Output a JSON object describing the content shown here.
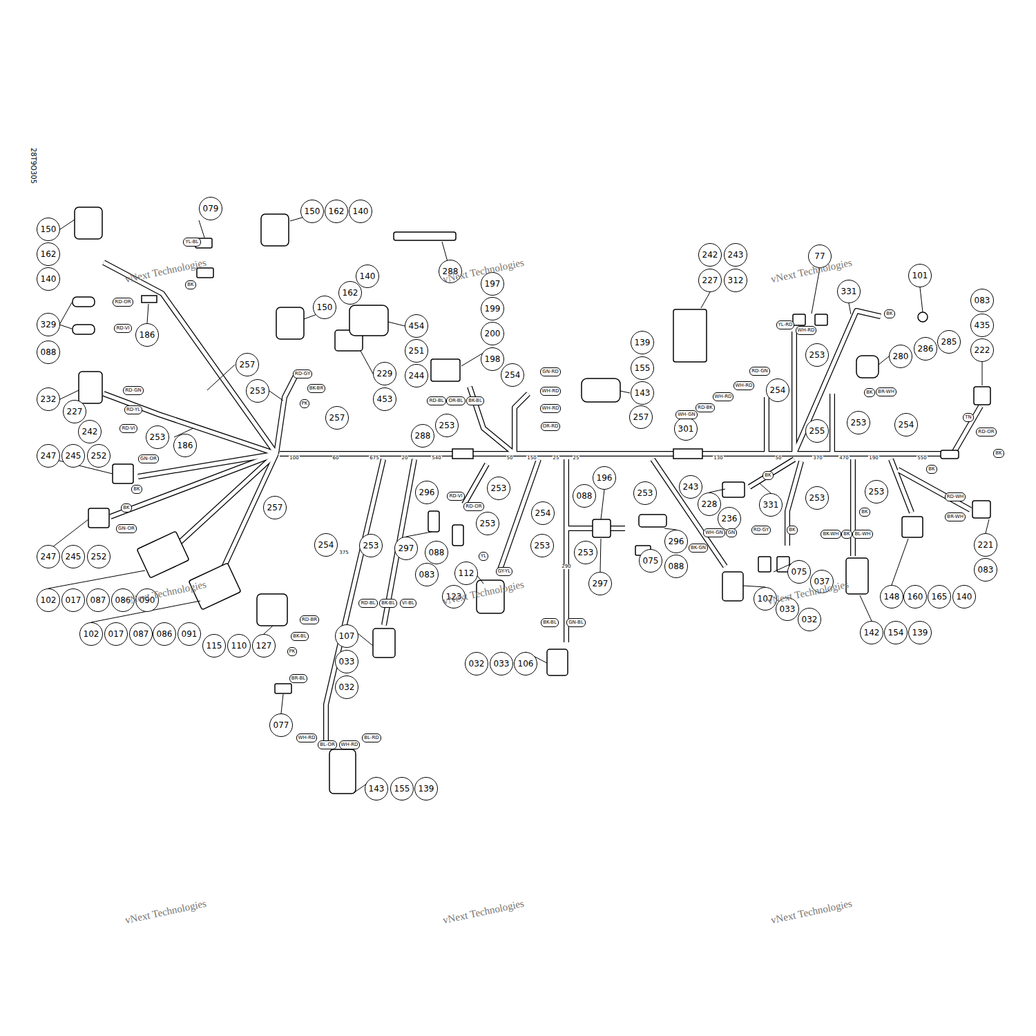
{
  "diagram": {
    "nodes": [
      {
        "text": [
          "079"
        ]
      },
      {
        "text": [
          "150"
        ]
      },
      {
        "text": [
          "162"
        ]
      },
      {
        "text": [
          "140"
        ]
      },
      {
        "text": [
          "150"
        ]
      },
      {
        "text": [
          "162"
        ]
      },
      {
        "text": [
          "242"
        ]
      },
      {
        "text": [
          "243"
        ]
      },
      {
        "text": [
          "77"
        ]
      },
      {
        "text": [
          "288"
        ]
      },
      {
        "text": [
          "101"
        ]
      },
      {
        "text": [
          "140"
        ]
      },
      {
        "text": [
          "140"
        ]
      },
      {
        "text": [
          "227"
        ]
      },
      {
        "text": [
          "312"
        ]
      },
      {
        "text": [
          "197"
        ]
      },
      {
        "text": [
          "331"
        ]
      },
      {
        "text": [
          "162"
        ]
      },
      {
        "text": [
          "083"
        ]
      },
      {
        "text": [
          "150"
        ]
      },
      {
        "text": [
          "199"
        ]
      },
      {
        "text": [
          "329"
        ]
      },
      {
        "text": [
          "454"
        ]
      },
      {
        "text": [
          "435"
        ]
      },
      {
        "text": [
          "200"
        ]
      },
      {
        "text": [
          "186"
        ]
      },
      {
        "text": [
          "139"
        ]
      },
      {
        "text": [
          "285"
        ]
      },
      {
        "text": [
          "286"
        ]
      },
      {
        "text": [
          "222"
        ]
      },
      {
        "text": [
          "251"
        ]
      },
      {
        "text": [
          "088"
        ]
      },
      {
        "text": [
          "253"
        ]
      },
      {
        "text": [
          "280"
        ]
      },
      {
        "text": [
          "198"
        ]
      },
      {
        "text": [
          "257"
        ]
      },
      {
        "text": [
          "155"
        ]
      },
      {
        "text": [
          "229"
        ]
      },
      {
        "text": [
          "254"
        ]
      },
      {
        "text": [
          "244"
        ]
      },
      {
        "text": [
          "253"
        ]
      },
      {
        "text": [
          "254"
        ]
      },
      {
        "text": [
          "143"
        ]
      },
      {
        "text": [
          "232"
        ]
      },
      {
        "text": [
          "453"
        ]
      },
      {
        "text": [
          "227"
        ]
      },
      {
        "text": [
          "257"
        ]
      },
      {
        "text": [
          "257"
        ]
      },
      {
        "text": [
          "253"
        ]
      },
      {
        "text": [
          "242"
        ]
      },
      {
        "text": [
          "253"
        ]
      },
      {
        "text": [
          "301"
        ]
      },
      {
        "text": [
          "288"
        ]
      },
      {
        "text": [
          "255"
        ]
      },
      {
        "text": [
          "254"
        ]
      },
      {
        "text": [
          "253"
        ]
      },
      {
        "text": [
          "186"
        ]
      },
      {
        "text": [
          "247"
        ]
      },
      {
        "text": [
          "245"
        ]
      },
      {
        "text": [
          "252"
        ]
      },
      {
        "text": [
          "196"
        ]
      },
      {
        "text": [
          "243"
        ]
      },
      {
        "text": [
          "253"
        ]
      },
      {
        "text": [
          "253"
        ]
      },
      {
        "text": [
          "296"
        ]
      },
      {
        "text": [
          "253"
        ]
      },
      {
        "text": [
          "088"
        ]
      },
      {
        "text": [
          "228"
        ]
      },
      {
        "text": [
          "331"
        ]
      },
      {
        "text": [
          "253"
        ]
      },
      {
        "text": [
          "257"
        ]
      },
      {
        "text": [
          "254"
        ]
      },
      {
        "text": [
          "236"
        ]
      },
      {
        "text": [
          "253"
        ]
      },
      {
        "text": [
          "296"
        ]
      },
      {
        "text": [
          "254"
        ]
      },
      {
        "text": [
          "253"
        ]
      },
      {
        "text": [
          "253"
        ]
      },
      {
        "text": [
          "221"
        ]
      },
      {
        "text": [
          "297"
        ]
      },
      {
        "text": [
          "088"
        ]
      },
      {
        "text": [
          "253"
        ]
      },
      {
        "text": [
          "247"
        ]
      },
      {
        "text": [
          "245"
        ]
      },
      {
        "text": [
          "252"
        ]
      },
      {
        "text": [
          "075"
        ]
      },
      {
        "text": [
          "088"
        ]
      },
      {
        "text": [
          "083"
        ]
      },
      {
        "text": [
          "075"
        ]
      },
      {
        "text": [
          "112"
        ]
      },
      {
        "text": [
          "083"
        ]
      },
      {
        "text": [
          "037"
        ]
      },
      {
        "text": [
          "297"
        ]
      },
      {
        "text": [
          "123"
        ]
      },
      {
        "text": [
          "148"
        ]
      },
      {
        "text": [
          "160"
        ]
      },
      {
        "text": [
          "165"
        ]
      },
      {
        "text": [
          "140"
        ]
      },
      {
        "text": [
          "107"
        ]
      },
      {
        "text": [
          "102"
        ]
      },
      {
        "text": [
          "017"
        ]
      },
      {
        "text": [
          "087"
        ]
      },
      {
        "text": [
          "086"
        ]
      },
      {
        "text": [
          "090"
        ]
      },
      {
        "text": [
          "033"
        ]
      },
      {
        "text": [
          "032"
        ]
      },
      {
        "text": [
          "142"
        ]
      },
      {
        "text": [
          "154"
        ]
      },
      {
        "text": [
          "139"
        ]
      },
      {
        "text": [
          "102"
        ]
      },
      {
        "text": [
          "017"
        ]
      },
      {
        "text": [
          "087"
        ]
      },
      {
        "text": [
          "086"
        ]
      },
      {
        "text": [
          "091"
        ]
      },
      {
        "text": [
          "107"
        ]
      },
      {
        "text": [
          "115"
        ]
      },
      {
        "text": [
          "110"
        ]
      },
      {
        "text": [
          "127"
        ]
      },
      {
        "text": [
          "033"
        ]
      },
      {
        "text": [
          "032"
        ]
      },
      {
        "text": [
          "033"
        ]
      },
      {
        "text": [
          "106"
        ]
      },
      {
        "text": [
          "032"
        ]
      },
      {
        "text": [
          "077"
        ]
      },
      {
        "text": [
          "143"
        ]
      },
      {
        "text": [
          "155"
        ]
      },
      {
        "text": [
          "139"
        ]
      }
    ],
    "labels": [
      "YL-BL",
      "BK",
      "RD-OR",
      "RD-VI",
      "RD-GY",
      "RD-GN",
      "BK-BR",
      "PK",
      "RD-YL",
      "RD-VI",
      "GN-OR",
      "BK",
      "BK",
      "GN-OR",
      "GN-RD",
      "WH-RD",
      "WH-RD",
      "OR-RD",
      "RD-BL",
      "OR-BL",
      "BK-BL",
      "RD-VI",
      "RD-OR",
      "YL",
      "GY-YL",
      "RD-BL",
      "BK-BL",
      "VI-BL",
      "GN-BL",
      "BK-BL",
      "RD-BR",
      "BK-BL",
      "PK",
      "BR-BL",
      "WH-RD",
      "BL-OR",
      "WH-RD",
      "BL-RD",
      "YL-RD",
      "WH-RD",
      "RD-GN",
      "WH-RD",
      "WH-RD",
      "RD-BK",
      "WH-GN",
      "BK",
      "BR-WH",
      "TN",
      "RD-OR",
      "BK",
      "BK",
      "BK",
      "RD-WH",
      "BR-WH",
      "WH-GN",
      "GN",
      "RD-GY",
      "BK",
      "BK-GN",
      "BK-WH",
      "BK",
      "BL-WH",
      "BK",
      "BK",
      "100",
      "60",
      "675",
      "20",
      "540",
      "50",
      "150",
      "25",
      "25",
      "130",
      "50",
      "370",
      "470",
      "190",
      "550",
      "375",
      "290",
      "vNext Technologies",
      "vNext Technologies",
      "vNext Technologies",
      "vNext Technologies",
      "vNext Technologies",
      "vNext Technologies",
      "vNext Technologies",
      "vNext Technologies",
      "vNext Technologies",
      "28T9O305"
    ]
  }
}
